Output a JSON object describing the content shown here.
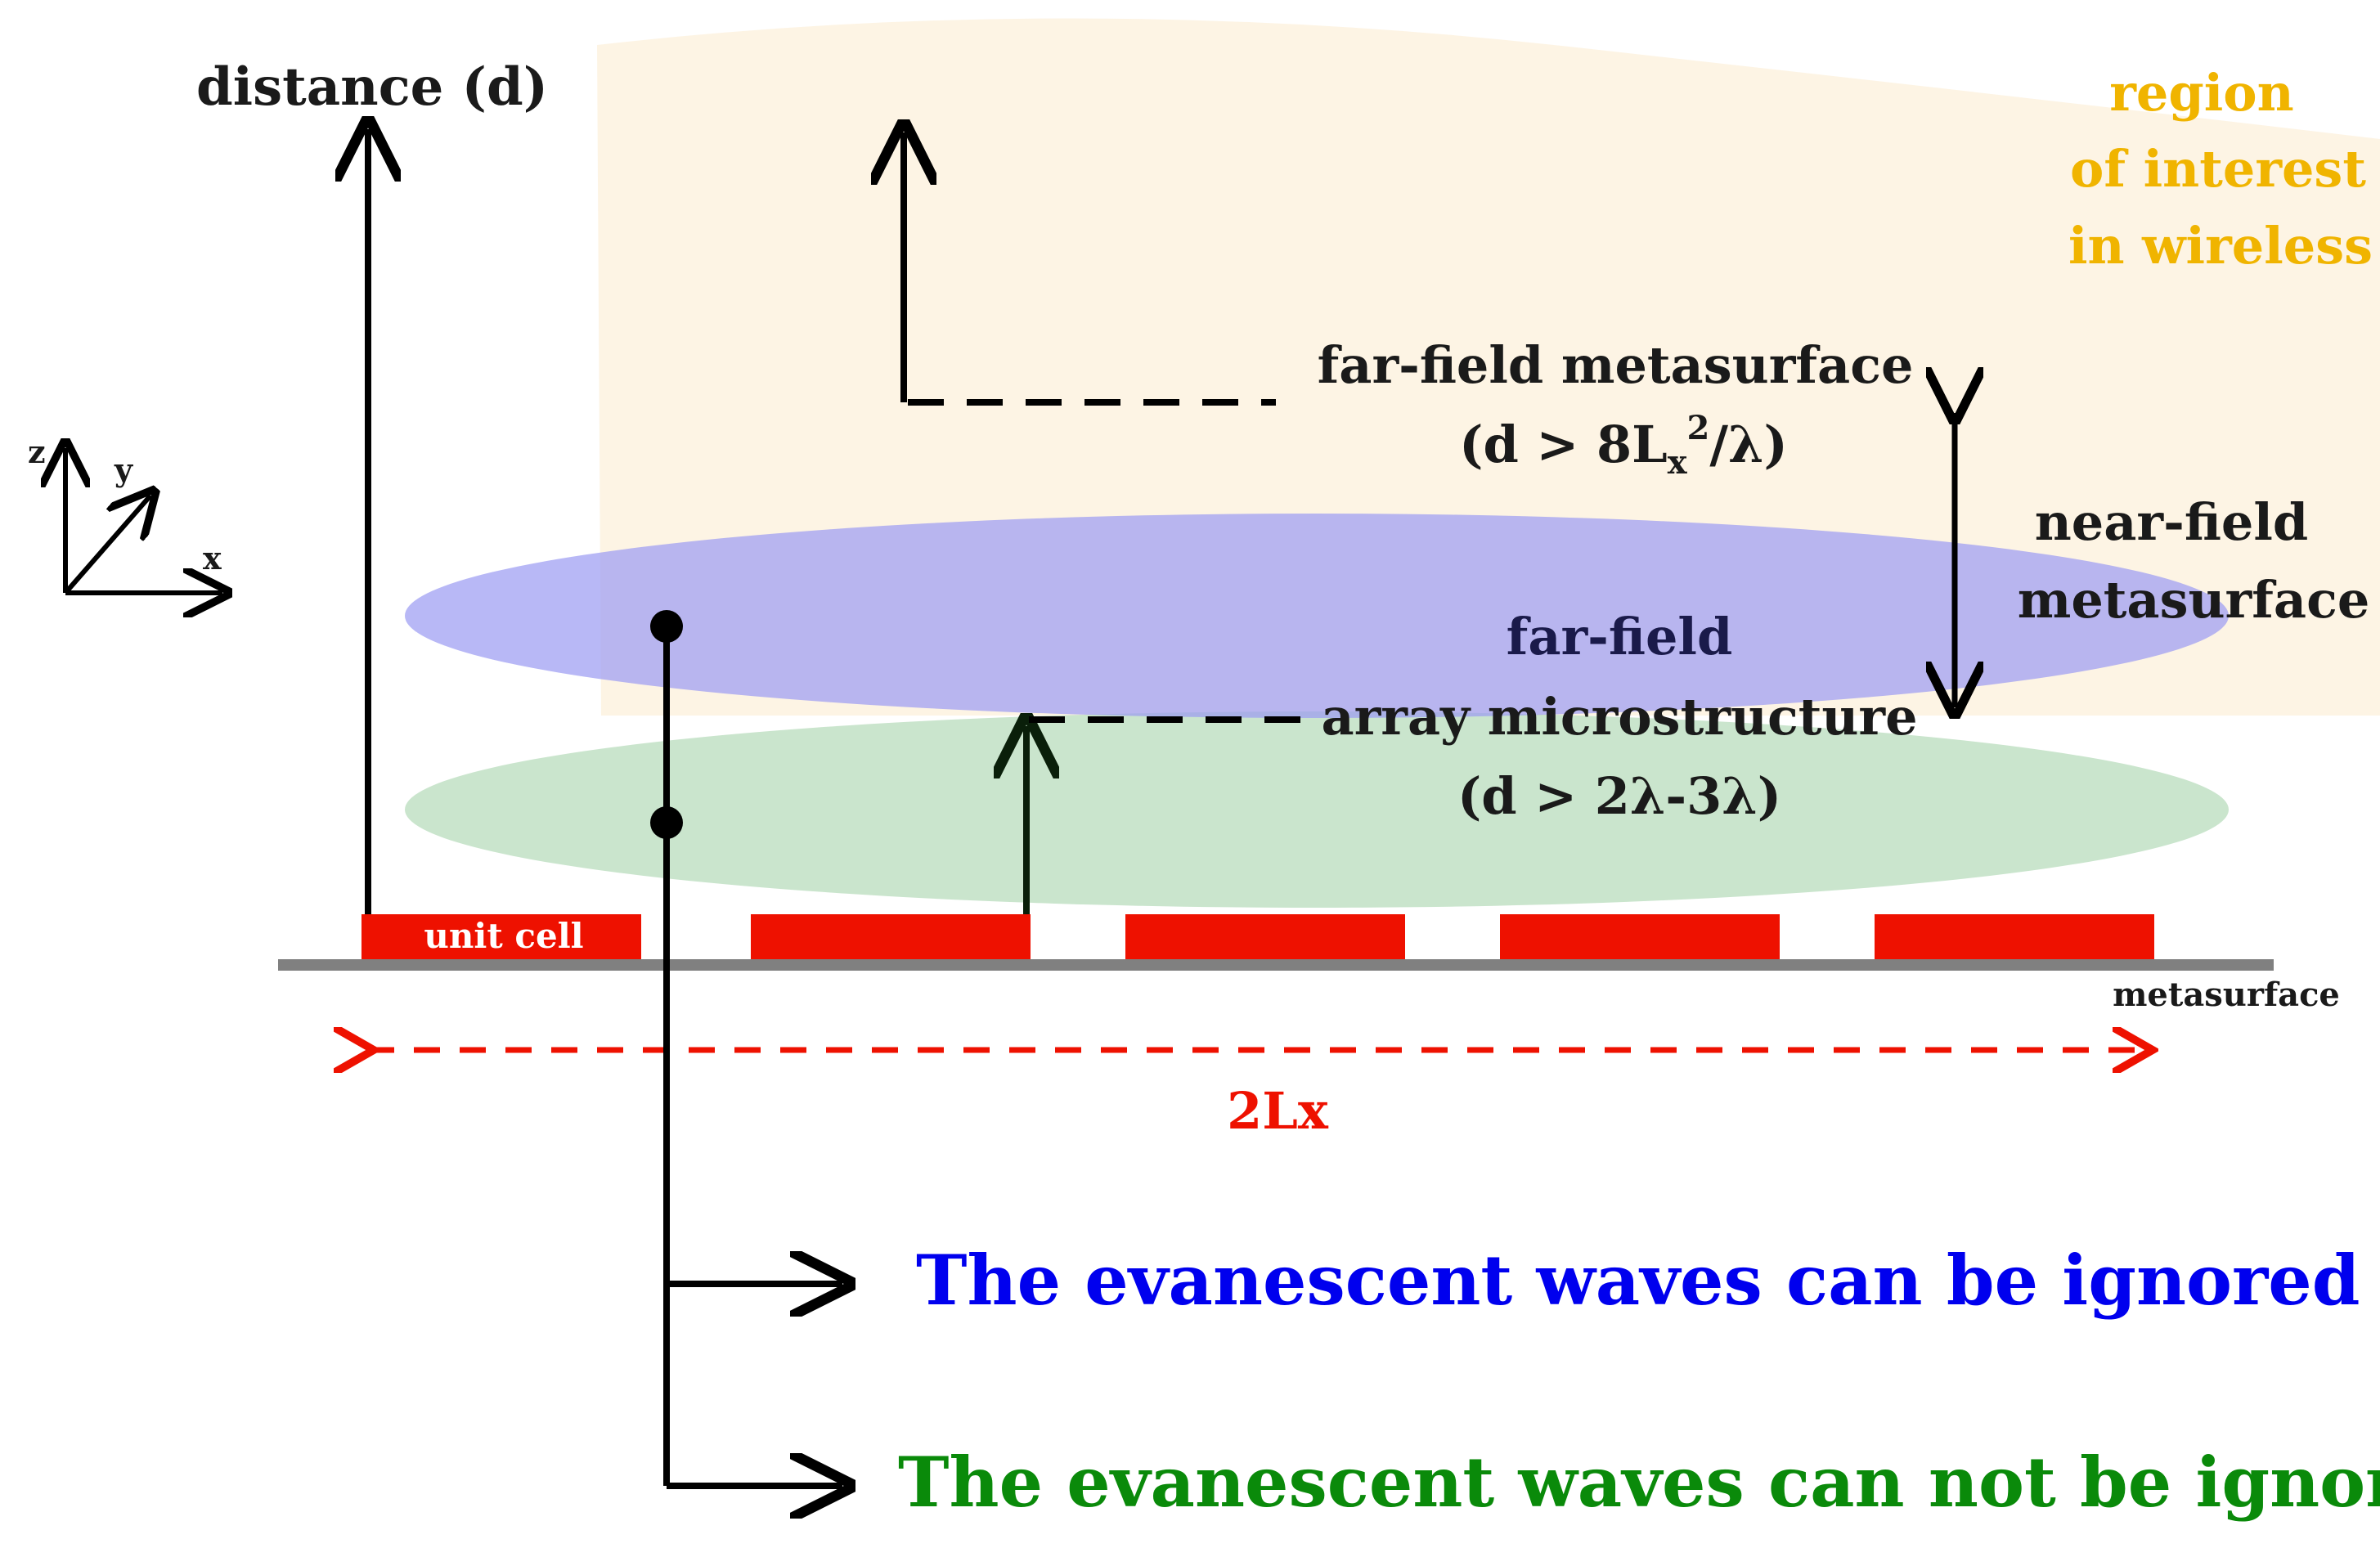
{
  "axis": {
    "distance_label": "distance (d)",
    "z": "z",
    "y": "y",
    "x": "x"
  },
  "region": {
    "line1": "region",
    "line2": "of interest",
    "line3": "in wireless",
    "color": "#f0b400"
  },
  "far_field_metasurface": {
    "line1": "far-field metasurface",
    "line2_prefix": "(d > 8L",
    "line2_sub": "x",
    "line2_sup": "2",
    "line2_suffix": "/λ)"
  },
  "near_field": {
    "line1": "near-field",
    "line2": "metasurface"
  },
  "far_field_array": {
    "line1": "far-field",
    "line2": "array microstructure",
    "line3": "(d > 2λ-3λ)"
  },
  "unit_cell_label": "unit cell",
  "metasurface_label": "metasurface",
  "span_label": "2Lx",
  "statements": {
    "blue": "The evanescent waves can be ignored",
    "green": "The evanescent waves can not be ignored"
  },
  "colors": {
    "blue_text": "#0000ee",
    "green_text": "#0a8a0a",
    "red": "#ee1100",
    "blue_ellipse": "#9c9cf2",
    "green_ellipse": "#b8dcbc",
    "region_fill": "#fdf3e3"
  }
}
